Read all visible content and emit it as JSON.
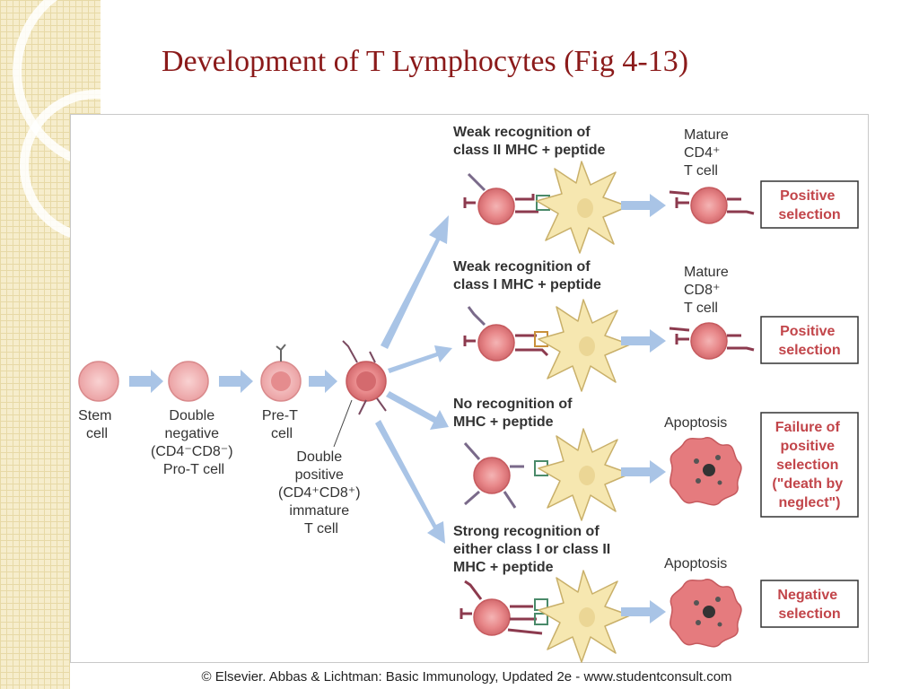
{
  "title": "Development of T Lymphocytes (Fig 4-13)",
  "stages": {
    "stem": [
      "Stem",
      "cell"
    ],
    "double_negative": [
      "Double",
      "negative",
      "(CD4⁻CD8⁻)",
      "Pro-T cell"
    ],
    "pre_t": [
      "Pre-T",
      "cell"
    ],
    "double_positive": [
      "Double",
      "positive",
      "(CD4⁺CD8⁺)",
      "immature",
      "T cell"
    ]
  },
  "branches": [
    {
      "heading": [
        "Weak recognition of",
        "class II MHC + peptide"
      ],
      "outcome": [
        "Mature",
        "CD4⁺",
        "T cell"
      ],
      "result": [
        "Positive",
        "selection"
      ]
    },
    {
      "heading": [
        "Weak recognition of",
        "class I MHC + peptide"
      ],
      "outcome": [
        "Mature",
        "CD8⁺",
        "T cell"
      ],
      "result": [
        "Positive",
        "selection"
      ]
    },
    {
      "heading": [
        "No recognition of",
        "MHC + peptide"
      ],
      "outcome": [
        "Apoptosis"
      ],
      "result": [
        "Failure of",
        "positive",
        "selection",
        "(\"death by",
        "neglect\")"
      ]
    },
    {
      "heading": [
        "Strong recognition of",
        "either class I or class II",
        "MHC + peptide"
      ],
      "outcome": [
        "Apoptosis"
      ],
      "result": [
        "Negative",
        "selection"
      ]
    }
  ],
  "credit": "© Elsevier. Abbas & Lichtman: Basic Immunology, Updated 2e - www.studentconsult.com",
  "colors": {
    "title": "#8b1a1a",
    "cell_fill": "#e8888a",
    "cell_stroke": "#c65a5e",
    "apc_fill": "#f6e7b0",
    "arrow": "#a9c4e6",
    "result_text": "#c2454a"
  }
}
